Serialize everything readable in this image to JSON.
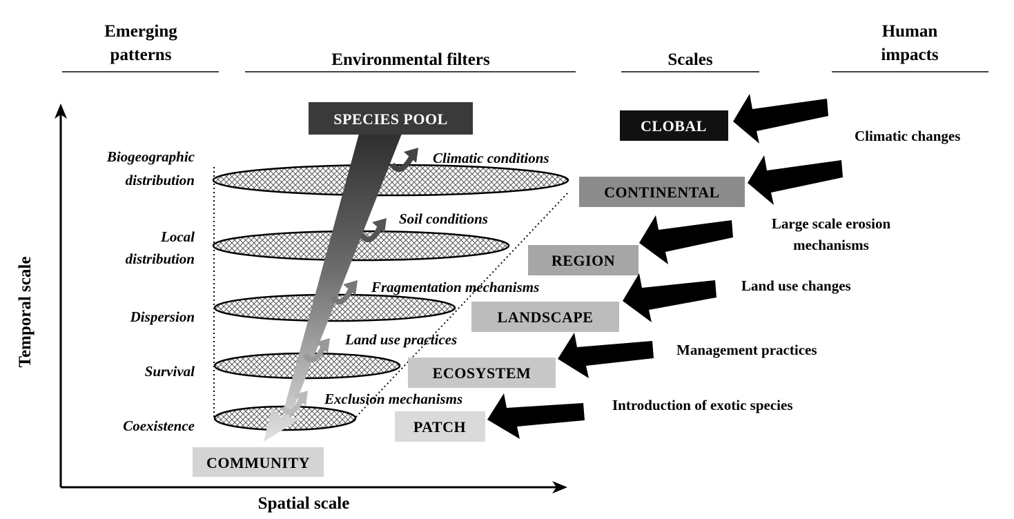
{
  "headers": {
    "emerging": [
      "Emerging",
      "patterns"
    ],
    "filters": "Environmental filters",
    "scales": "Scales",
    "impacts": [
      "Human",
      "impacts"
    ]
  },
  "axes": {
    "y": "Temporal scale",
    "x": "Spatial scale"
  },
  "patterns": [
    [
      "Biogeographic",
      "distribution"
    ],
    [
      "Local",
      "distribution"
    ],
    [
      "Dispersion"
    ],
    [
      "Survival"
    ],
    [
      "Coexistence"
    ]
  ],
  "filters": [
    "Climatic conditions",
    "Soil conditions",
    "Fragmentation mechanisms",
    "Land use practices",
    "Exclusion mechanisms"
  ],
  "species_pool": "SPECIES POOL",
  "community": "COMMUNITY",
  "scales": [
    "CLOBAL",
    "CONTINENTAL",
    "REGION",
    "LANDSCAPE",
    "ECOSYSTEM",
    "PATCH"
  ],
  "impacts": [
    [
      "Climatic changes"
    ],
    [
      "Large scale erosion",
      "mechanisms"
    ],
    [
      "Land use changes"
    ],
    [
      "Management practices"
    ],
    [
      "Introduction of exotic species"
    ]
  ],
  "colors": {
    "black": "#111111",
    "species_pool": "#3a3a3a",
    "continental": "#8c8c8c",
    "region": "#a6a6a6",
    "landscape": "#bcbcbc",
    "ecosystem": "#c8c8c8",
    "patch": "#dadada",
    "community": "#d4d4d4"
  }
}
